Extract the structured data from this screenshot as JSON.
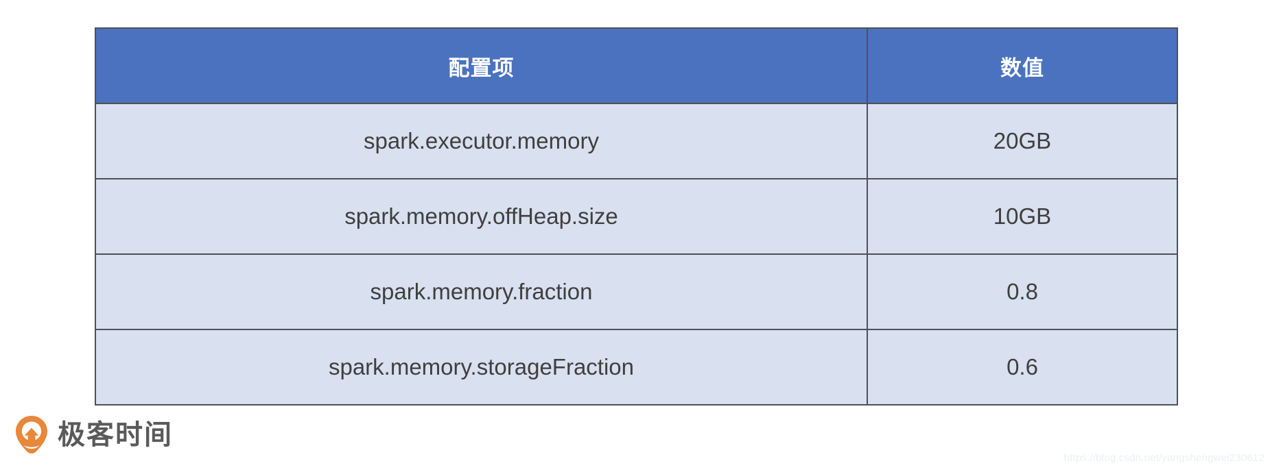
{
  "table": {
    "columns": [
      {
        "header": "配置项",
        "align": "center"
      },
      {
        "header": "数值",
        "align": "center"
      }
    ],
    "rows": [
      {
        "key": "spark.executor.memory",
        "value": "20GB"
      },
      {
        "key": "spark.memory.offHeap.size",
        "value": "10GB"
      },
      {
        "key": "spark.memory.fraction",
        "value": "0.8"
      },
      {
        "key": "spark.memory.storageFraction",
        "value": "0.6"
      }
    ],
    "colors": {
      "header_background": "#4A72BF",
      "header_text": "#FFFFFF",
      "cell_background": "#D9E0EF",
      "cell_text": "#3F3F3F",
      "border": "#4D5057"
    }
  },
  "brand": {
    "name": "极客时间",
    "logo_icon": "geektime-pin-icon",
    "logo_color": "#E8883A"
  },
  "watermark": {
    "text": "https://blog.csdn.net/yangshengwei230612"
  }
}
